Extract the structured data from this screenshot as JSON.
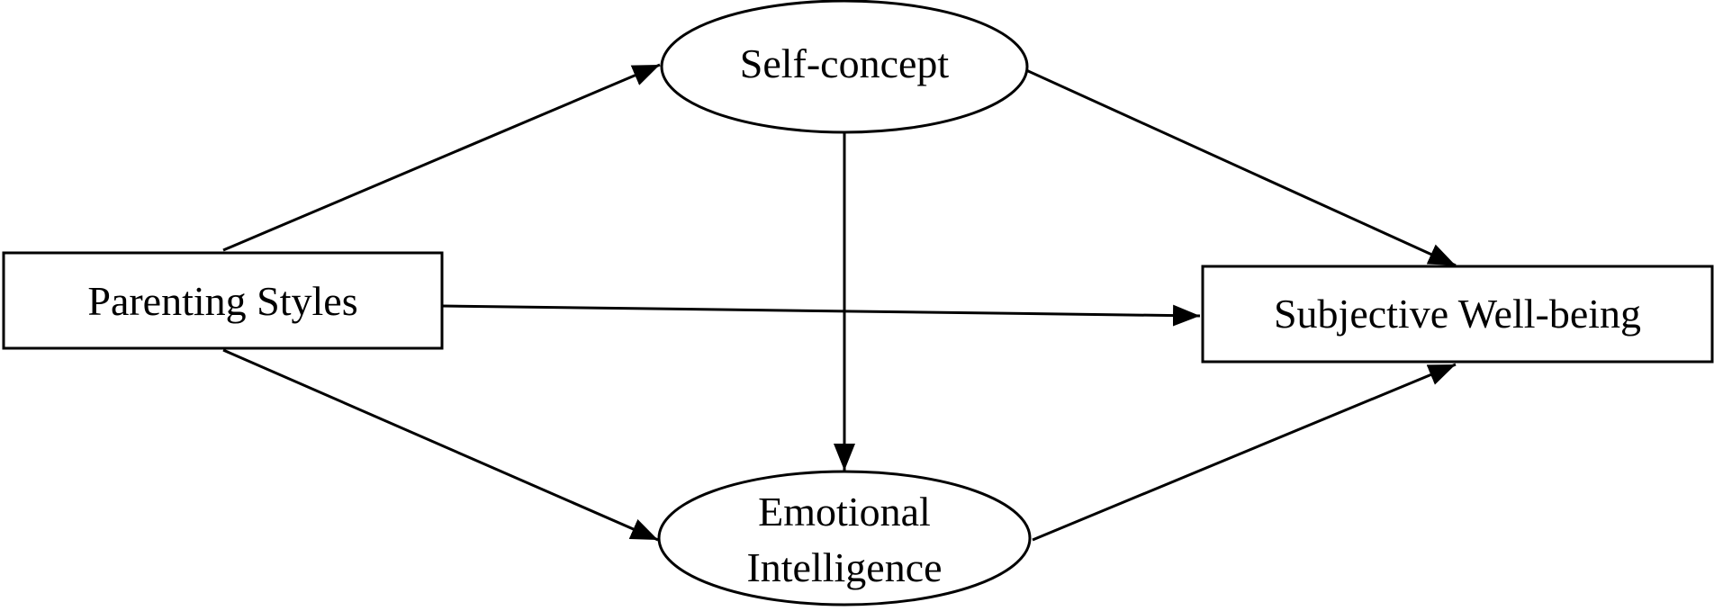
{
  "nodes": {
    "parenting_styles": {
      "label": "Parenting Styles",
      "shape": "rectangle"
    },
    "self_concept": {
      "label": "Self-concept",
      "shape": "ellipse"
    },
    "emotional_intelligence": {
      "label_line1": "Emotional",
      "label_line2": "Intelligence",
      "shape": "ellipse"
    },
    "subjective_well_being": {
      "label": "Subjective Well-being",
      "shape": "rectangle"
    }
  },
  "edges": [
    {
      "from": "Parenting Styles",
      "to": "Self-concept"
    },
    {
      "from": "Parenting Styles",
      "to": "Subjective Well-being"
    },
    {
      "from": "Parenting Styles",
      "to": "Emotional Intelligence"
    },
    {
      "from": "Self-concept",
      "to": "Subjective Well-being"
    },
    {
      "from": "Self-concept",
      "to": "Emotional Intelligence"
    },
    {
      "from": "Emotional Intelligence",
      "to": "Subjective Well-being"
    }
  ],
  "colors": {
    "stroke": "#000000",
    "background": "#ffffff"
  }
}
